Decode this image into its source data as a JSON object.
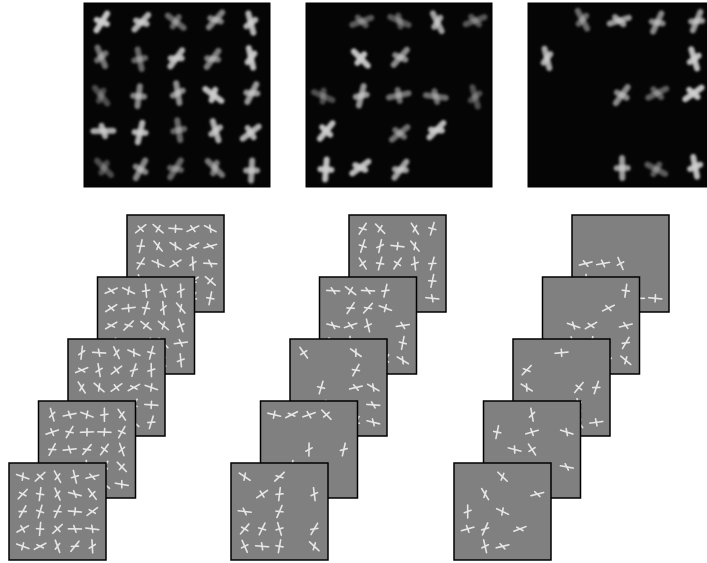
{
  "figure": {
    "background_color": "#ffffff",
    "frame_stroke_color": "#000000",
    "stimulus_background_color": "#808080",
    "stimulus_element_color": "#e6e6e6",
    "heatmap_background_color": "#050505"
  },
  "panels": [
    {
      "id": "left",
      "heatmap_grid": {
        "rows": 5,
        "cols": 5
      },
      "stack_depth": 5,
      "stimulus_grid": {
        "rows": 5,
        "cols": 5,
        "fill_fraction": 1.0
      }
    },
    {
      "id": "middle",
      "heatmap_grid": {
        "rows": 5,
        "cols": 5
      },
      "stack_depth": 5,
      "stimulus_grid": {
        "rows": 5,
        "cols": 5,
        "fill_fraction": 0.55
      }
    },
    {
      "id": "right",
      "heatmap_grid": {
        "rows": 5,
        "cols": 5
      },
      "stack_depth": 5,
      "stimulus_grid": {
        "rows": 5,
        "cols": 5,
        "fill_fraction": 0.4
      }
    }
  ]
}
